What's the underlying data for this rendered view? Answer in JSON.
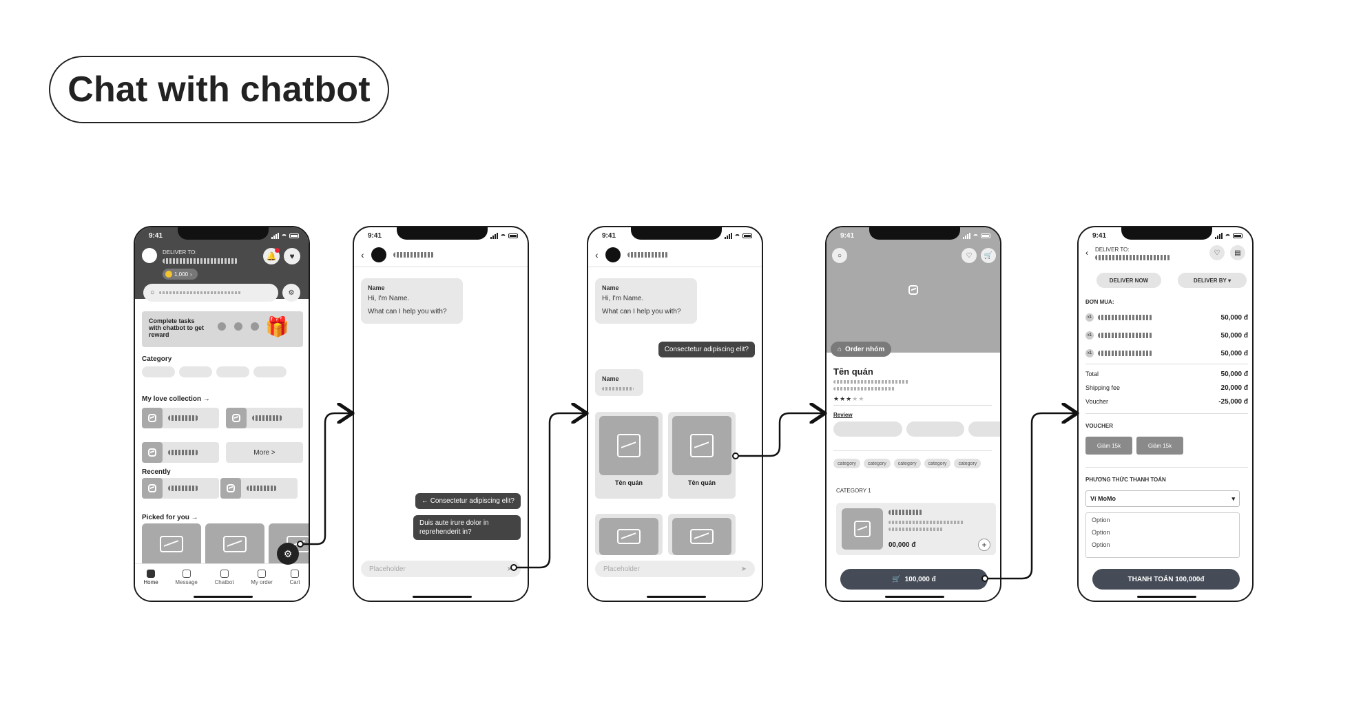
{
  "title": "Chat with chatbot",
  "status_time": "9:41",
  "home": {
    "deliver_to": "DELIVER TO:",
    "coins": "1,000",
    "promo_text": "Complete tasks with chatbot to get reward",
    "category": "Category",
    "my_love_collection": "My love collection",
    "more": "More >",
    "recently": "Recently",
    "picked_for_you": "Picked for you",
    "tabs": [
      "Home",
      "Message",
      "Chatbot",
      "My order",
      "Cart"
    ]
  },
  "chat1": {
    "bot_name": "Name",
    "greeting_1": "Hi, I'm Name.",
    "greeting_2": "What can I help you with?",
    "suggestion_1": "Consectetur adipiscing elit?",
    "suggestion_2": "Duis aute irure dolor in reprehenderit in?",
    "placeholder": "Placeholder"
  },
  "chat2": {
    "bot_name": "Name",
    "greeting_1": "Hi, I'm Name.",
    "greeting_2": "What can I help you with?",
    "user_msg": "Consectetur adipiscing elit?",
    "reply_name": "Name",
    "product_1": "Tên quán",
    "product_2": "Tên quán",
    "placeholder": "Placeholder"
  },
  "shop": {
    "order_group": "Order nhóm",
    "shop_name": "Tên quán",
    "stars_filled": 3,
    "stars_total": 5,
    "review": "Review",
    "categories": [
      "category",
      "category",
      "category",
      "category",
      "category"
    ],
    "category_1": "CATEGORY 1",
    "item_price": "00,000 đ",
    "cart_total": "100,000 đ"
  },
  "checkout": {
    "deliver_to": "DELIVER TO:",
    "deliver_now": "DELIVER NOW",
    "deliver_by": "DELIVER BY",
    "order_label": "ĐƠN MUA:",
    "items": [
      {
        "qty": "x1",
        "price": "50,000 đ"
      },
      {
        "qty": "x1",
        "price": "50,000 đ"
      },
      {
        "qty": "x1",
        "price": "50,000 đ"
      }
    ],
    "total_label": "Total",
    "total": "50,000 đ",
    "shipping_label": "Shipping fee",
    "shipping": "20,000 đ",
    "voucher_label": "Voucher",
    "voucher": "-25,000 đ",
    "voucher_section": "VOUCHER",
    "vouchers": [
      "Giảm 15k",
      "Giảm 15k"
    ],
    "payment_label": "PHƯƠNG THỨC THANH TOÁN",
    "payment_selected": "Ví MoMo",
    "options": [
      "Option",
      "Option",
      "Option"
    ],
    "pay_button": "THANH TOÁN 100,000đ"
  }
}
